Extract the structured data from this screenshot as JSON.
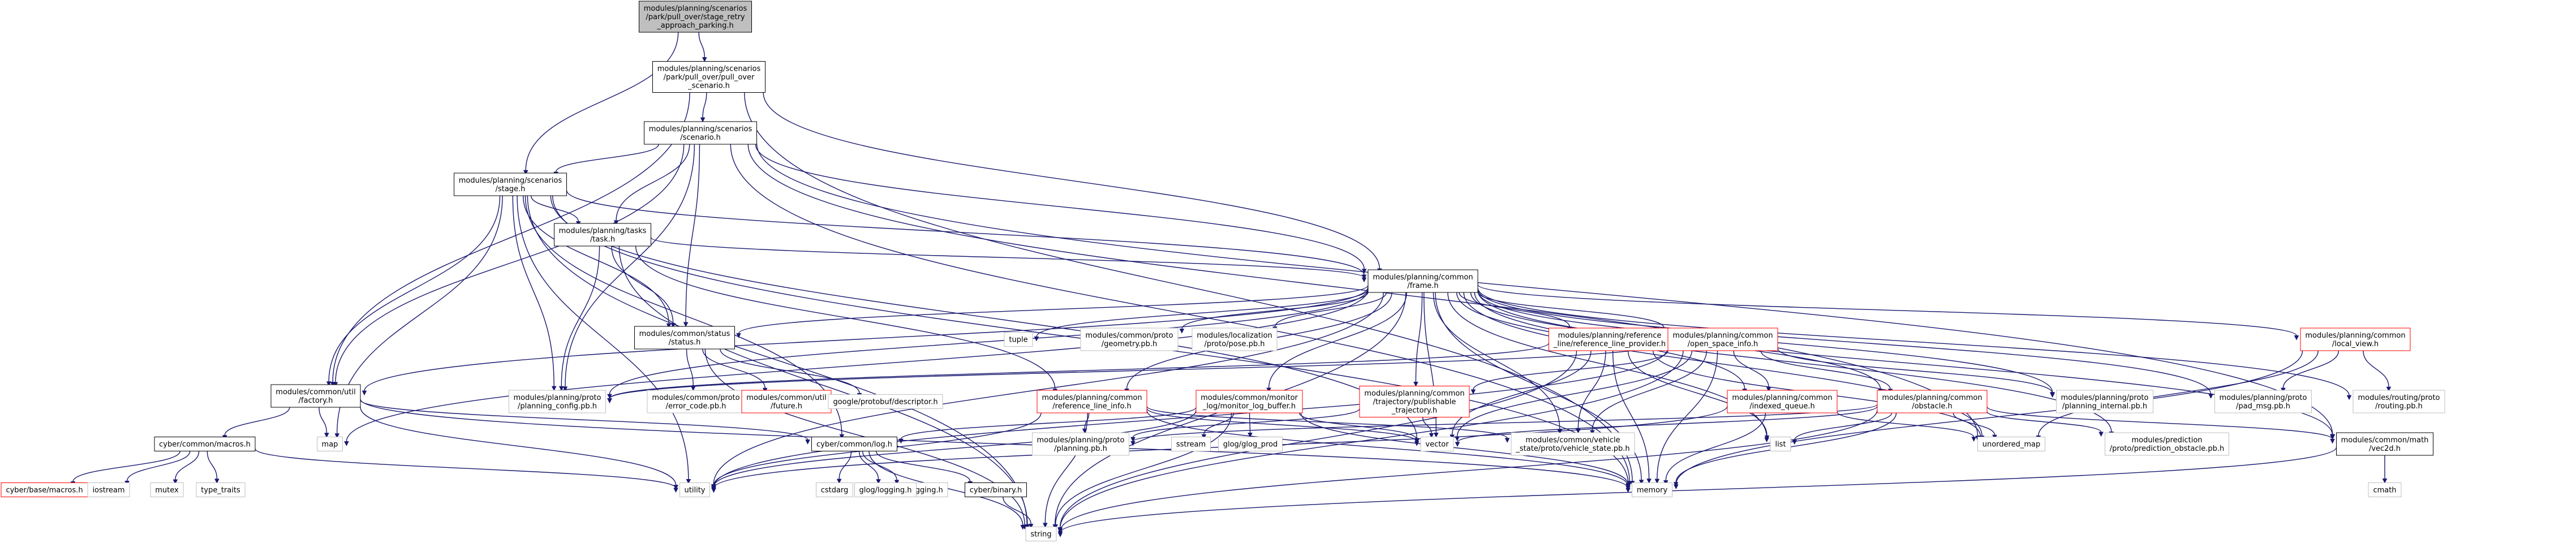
{
  "graph": {
    "nodes": [
      {
        "id": "root",
        "lines": [
          "modules/planning/scenarios",
          "/park/pull_over/stage_retry",
          "_approach_parking.h"
        ],
        "kind": "focus"
      },
      {
        "id": "pullover",
        "lines": [
          "modules/planning/scenarios",
          "/park/pull_over/pull_over",
          "_scenario.h"
        ],
        "kind": "normal"
      },
      {
        "id": "scenario",
        "lines": [
          "modules/planning/scenarios",
          "/scenario.h"
        ],
        "kind": "normal"
      },
      {
        "id": "stage",
        "lines": [
          "modules/planning/scenarios",
          "/stage.h"
        ],
        "kind": "normal"
      },
      {
        "id": "task",
        "lines": [
          "modules/planning/tasks",
          "/task.h"
        ],
        "kind": "normal"
      },
      {
        "id": "frame",
        "lines": [
          "modules/planning/common",
          "/frame.h"
        ],
        "kind": "normal"
      },
      {
        "id": "status",
        "lines": [
          "modules/common/status",
          "/status.h"
        ],
        "kind": "normal"
      },
      {
        "id": "factory",
        "lines": [
          "modules/common/util",
          "/factory.h"
        ],
        "kind": "normal"
      },
      {
        "id": "macros",
        "lines": [
          "cyber/common/macros.h"
        ],
        "kind": "normal"
      },
      {
        "id": "base_macros",
        "lines": [
          "cyber/base/macros.h"
        ],
        "kind": "missing"
      },
      {
        "id": "iostream",
        "lines": [
          "iostream"
        ],
        "kind": "sys"
      },
      {
        "id": "mutex",
        "lines": [
          "mutex"
        ],
        "kind": "sys"
      },
      {
        "id": "type_traits",
        "lines": [
          "type_traits"
        ],
        "kind": "sys"
      },
      {
        "id": "map",
        "lines": [
          "map"
        ],
        "kind": "sys"
      },
      {
        "id": "log",
        "lines": [
          "cyber/common/log.h"
        ],
        "kind": "normal"
      },
      {
        "id": "binary",
        "lines": [
          "cyber/binary.h"
        ],
        "kind": "normal"
      },
      {
        "id": "cstdarg",
        "lines": [
          "cstdarg"
        ],
        "kind": "sys"
      },
      {
        "id": "glog_raw",
        "lines": [
          "glog/raw_logging.h"
        ],
        "kind": "sys"
      },
      {
        "id": "glog_logging",
        "lines": [
          "glog/logging.h"
        ],
        "kind": "sys"
      },
      {
        "id": "utility",
        "lines": [
          "utility"
        ],
        "kind": "sys"
      },
      {
        "id": "string",
        "lines": [
          "string"
        ],
        "kind": "sys"
      },
      {
        "id": "memory",
        "lines": [
          "memory"
        ],
        "kind": "sys"
      },
      {
        "id": "vector",
        "lines": [
          "vector"
        ],
        "kind": "sys"
      },
      {
        "id": "list",
        "lines": [
          "list"
        ],
        "kind": "sys"
      },
      {
        "id": "unordered_map",
        "lines": [
          "unordered_map"
        ],
        "kind": "sys"
      },
      {
        "id": "tuple",
        "lines": [
          "tuple"
        ],
        "kind": "sys"
      },
      {
        "id": "planning_config",
        "lines": [
          "modules/planning/proto",
          "/planning_config.pb.h"
        ],
        "kind": "sys"
      },
      {
        "id": "error_code",
        "lines": [
          "modules/common/proto",
          "/error_code.pb.h"
        ],
        "kind": "sys"
      },
      {
        "id": "future",
        "lines": [
          "modules/common/util",
          "/future.h"
        ],
        "kind": "missing"
      },
      {
        "id": "descriptor",
        "lines": [
          "google/protobuf/descriptor.h"
        ],
        "kind": "sys"
      },
      {
        "id": "geometry",
        "lines": [
          "modules/common/proto",
          "/geometry.pb.h"
        ],
        "kind": "sys"
      },
      {
        "id": "pose",
        "lines": [
          "modules/localization",
          "/proto/pose.pb.h"
        ],
        "kind": "sys"
      },
      {
        "id": "refline_info",
        "lines": [
          "modules/planning/common",
          "/reference_line_info.h"
        ],
        "kind": "missing"
      },
      {
        "id": "monitor_buffer",
        "lines": [
          "modules/common/monitor",
          "_log/monitor_log_buffer.h"
        ],
        "kind": "missing"
      },
      {
        "id": "publishable",
        "lines": [
          "modules/planning/common",
          "/trajectory/publishable",
          "_trajectory.h"
        ],
        "kind": "missing"
      },
      {
        "id": "refline_provider",
        "lines": [
          "modules/planning/reference",
          "_line/reference_line_provider.h"
        ],
        "kind": "missing"
      },
      {
        "id": "open_space",
        "lines": [
          "modules/planning/common",
          "/open_space_info.h"
        ],
        "kind": "missing"
      },
      {
        "id": "indexed_queue",
        "lines": [
          "modules/planning/common",
          "/indexed_queue.h"
        ],
        "kind": "missing"
      },
      {
        "id": "obstacle",
        "lines": [
          "modules/planning/common",
          "/obstacle.h"
        ],
        "kind": "missing"
      },
      {
        "id": "planning_internal",
        "lines": [
          "modules/planning/proto",
          "/planning_internal.pb.h"
        ],
        "kind": "sys"
      },
      {
        "id": "local_view",
        "lines": [
          "modules/planning/common",
          "/local_view.h"
        ],
        "kind": "missing"
      },
      {
        "id": "pad_msg",
        "lines": [
          "modules/planning/proto",
          "/pad_msg.pb.h"
        ],
        "kind": "sys"
      },
      {
        "id": "routing",
        "lines": [
          "modules/routing/proto",
          "/routing.pb.h"
        ],
        "kind": "sys"
      },
      {
        "id": "planning_pb",
        "lines": [
          "modules/planning/proto",
          "/planning.pb.h"
        ],
        "kind": "sys"
      },
      {
        "id": "sstream",
        "lines": [
          "sstream"
        ],
        "kind": "sys"
      },
      {
        "id": "glog_prod",
        "lines": [
          "glog/glog_prod"
        ],
        "kind": "sys"
      },
      {
        "id": "vehicle_state",
        "lines": [
          "modules/common/vehicle",
          "_state/proto/vehicle_state.pb.h"
        ],
        "kind": "sys"
      },
      {
        "id": "prediction_obstacle",
        "lines": [
          "modules/prediction",
          "/proto/prediction_obstacle.pb.h"
        ],
        "kind": "sys"
      },
      {
        "id": "vec2d",
        "lines": [
          "modules/common/math",
          "/vec2d.h"
        ],
        "kind": "normal"
      },
      {
        "id": "cmath",
        "lines": [
          "cmath"
        ],
        "kind": "sys"
      }
    ]
  }
}
